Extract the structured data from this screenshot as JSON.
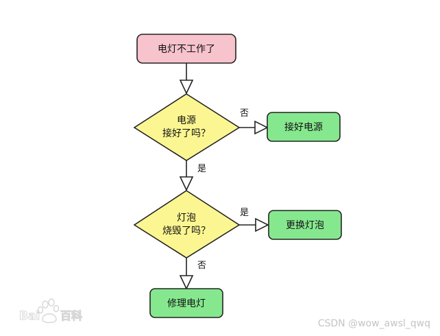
{
  "colors": {
    "start_fill": "#f7c3cd",
    "decision_fill": "#fbf691",
    "action_fill": "#86e88e",
    "stroke": "#222222",
    "watermark": "#c9c9c9"
  },
  "nodes": {
    "start": {
      "label": "电灯不工作了"
    },
    "decision1": {
      "line1": "电源",
      "line2": "接好了吗？"
    },
    "action1": {
      "label": "接好电源"
    },
    "decision2": {
      "line1": "灯泡",
      "line2": "烧毁了吗？"
    },
    "action2": {
      "label": "更换灯泡"
    },
    "action3": {
      "label": "修理电灯"
    }
  },
  "edges": {
    "d1_no": "否",
    "d1_yes": "是",
    "d2_yes": "是",
    "d2_no": "否"
  },
  "watermark": {
    "baidu_prefix": "Bai",
    "baidu_suffix": "百科",
    "csdn": "CSDN @wow_awsl_qwq"
  }
}
